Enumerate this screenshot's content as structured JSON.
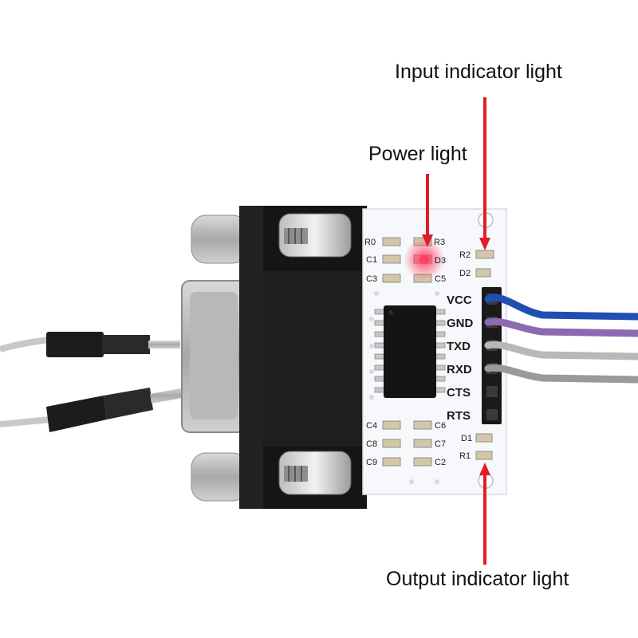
{
  "annotations": {
    "input_light": "Input indicator light",
    "power_light": "Power light",
    "output_light": "Output indicator light"
  },
  "annotation_color": "#e01e26",
  "pcb_color": "#f7f8fb",
  "board": {
    "pin_labels": [
      "VCC",
      "GND",
      "TXD",
      "RXD",
      "CTS",
      "RTS"
    ],
    "component_labels": {
      "r0": "R0",
      "r3": "R3",
      "c1": "C1",
      "d3": "D3",
      "c3": "C3",
      "c5": "C5",
      "r2": "R2",
      "d2": "D2",
      "c4": "C4",
      "c6": "C6",
      "c8": "C8",
      "c7": "C7",
      "c9": "C9",
      "c2": "C2",
      "d1": "D1",
      "r1": "R1"
    },
    "wire_colors": [
      "#1f4fb0",
      "#8b6bb0",
      "#b8b8b8",
      "#9a9a9a"
    ]
  }
}
